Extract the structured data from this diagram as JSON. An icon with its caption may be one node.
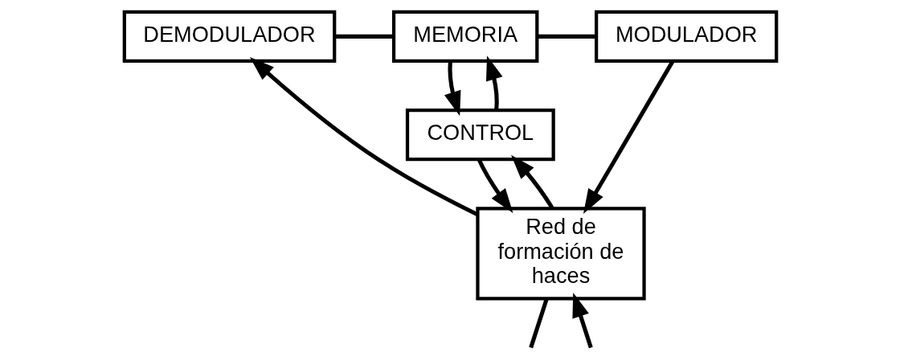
{
  "diagram": {
    "nodes": [
      {
        "text": [
          "DEMODULADOR"
        ]
      },
      {
        "text": [
          "MEMORIA"
        ]
      },
      {
        "text": [
          "MODULADOR"
        ]
      },
      {
        "text": [
          "CONTROL"
        ]
      },
      {
        "text": [
          "Red de formación de haces"
        ]
      }
    ],
    "edges": [
      {
        "from": 0,
        "to": 1,
        "arrow": "none"
      },
      {
        "from": 1,
        "to": 2,
        "arrow": "none"
      },
      {
        "from": 2,
        "to": 4,
        "arrow": "to"
      },
      {
        "from": 4,
        "to": 0,
        "arrow": "to"
      },
      {
        "from": 1,
        "to": 3,
        "arrow": "to"
      },
      {
        "from": 3,
        "to": 1,
        "arrow": "to"
      },
      {
        "from": 3,
        "to": 4,
        "arrow": "to"
      },
      {
        "from": 4,
        "to": 3,
        "arrow": "to"
      },
      {
        "from": 4,
        "to": null,
        "arrow": "none"
      },
      {
        "from": null,
        "to": 4,
        "arrow": "to"
      }
    ]
  }
}
